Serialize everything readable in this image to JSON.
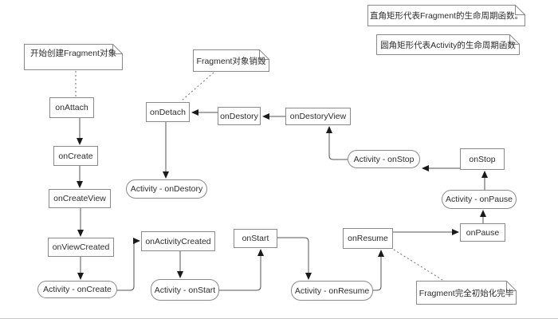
{
  "notes": {
    "rect_legend": "直角矩形代表Fragment的生命周期函数。",
    "round_legend": "圆角矩形代表Activity的生命周期函数",
    "start_create": "开始创建Fragment对象",
    "destroy": "Fragment对象销毁",
    "init_complete": "Fragment完全初始化完毕"
  },
  "fragment_nodes": {
    "on_attach": "onAttach",
    "on_create": "onCreate",
    "on_create_view": "onCreateView",
    "on_view_created": "onViewCreated",
    "on_activity_created": "onActivityCreated",
    "on_start": "onStart",
    "on_resume": "onResume",
    "on_pause": "onPause",
    "on_stop": "onStop",
    "on_destory_view": "onDestoryView",
    "on_destory": "onDestory",
    "on_detach": "onDetach"
  },
  "activity_nodes": {
    "on_create": "Activity - onCreate",
    "on_start": "Activity - onStart",
    "on_resume": "Activity - onResume",
    "on_pause": "Activity - onPause",
    "on_stop": "Activity - onStop",
    "on_destory": "Activity - onDestory"
  },
  "colors": {
    "background": "#ffffff",
    "node_border": "#8a8a8a",
    "connector": "#555555",
    "arrowhead": "#1a1a1a",
    "text": "#2d2d2d"
  }
}
